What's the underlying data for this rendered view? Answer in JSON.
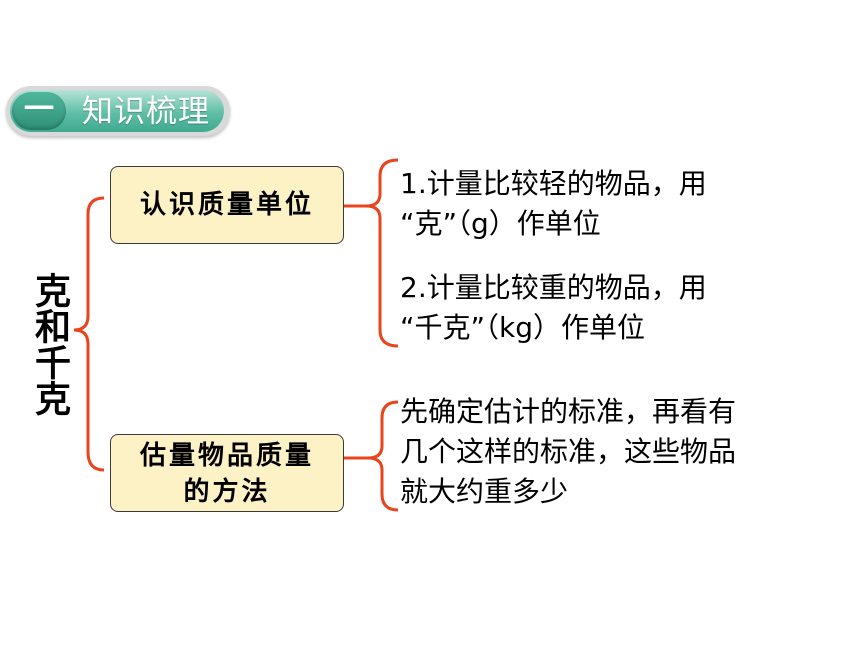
{
  "section": {
    "number": "一",
    "title": "知识梳理"
  },
  "root": {
    "label": "克和千克"
  },
  "branches": [
    {
      "label_lines": [
        "认识质量单位"
      ],
      "items": [
        {
          "lines": [
            "1.计量比较轻的物品，用",
            "“克”（g）作单位"
          ]
        },
        {
          "lines": [
            "2.计量比较重的物品，用",
            "“千克”（kg）作单位"
          ]
        }
      ]
    },
    {
      "label_lines": [
        "估量物品质量",
        "的方法"
      ],
      "items": [
        {
          "lines": [
            "先确定估计的标准，再看有",
            "几个这样的标准，这些物品",
            "就大约重多少"
          ]
        }
      ]
    }
  ],
  "colors": {
    "connector": "#e8441e",
    "box_fill": "#fdf2c6",
    "header_green": "#4fb79c"
  }
}
